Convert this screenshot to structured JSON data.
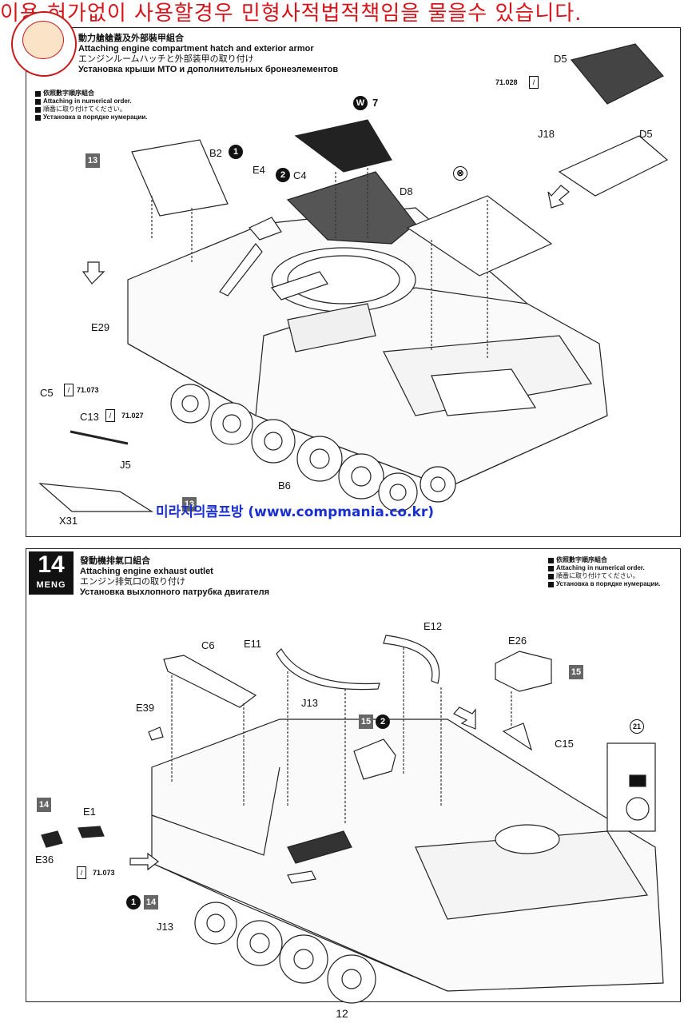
{
  "watermark": "이용 허가없이 사용할경우 민형사적법적책임을 물을수 있습니다.",
  "step13": {
    "title_cn": "動力艙艙蓋及外部裝甲組合",
    "title_en": "Attaching engine compartment hatch and exterior armor",
    "title_jp": "エンジンルームハッチと外部装甲の取り付け",
    "title_ru": "Установка крыши МТО и дополнительных бронеэлементов",
    "inst_cn": "依照數字順序組合",
    "inst_en": "Attaching in numerical order.",
    "inst_jp": "順番に取り付けてください。",
    "inst_ru": "Установка в порядке нумерации.",
    "labels": {
      "d5a": "D5",
      "glue1": "71.028",
      "w7_num": "7",
      "w": "W",
      "j18": "J18",
      "d5b": "D5",
      "b2": "B2",
      "one": "1",
      "e4": "E4",
      "two": "2",
      "c4": "C4",
      "d8": "D8",
      "s13": "13",
      "e29": "E29",
      "c5": "C5",
      "glue2": "71.073",
      "c13": "C13",
      "glue3": "71.027",
      "j5": "J5",
      "x31": "X31",
      "b6": "B6",
      "s13b": "13"
    }
  },
  "website": "미라지의콤프방 (www.compmania.co.kr)",
  "step14": {
    "number": "14",
    "brand": "MENG",
    "title_cn": "發動機排氣口組合",
    "title_en": "Attaching engine exhaust outlet",
    "title_jp": "エンジン排気口の取り付け",
    "title_ru": "Установка выхлопного патрубка двигателя",
    "inst_cn": "依照數字順序組合",
    "inst_en": "Attaching in numerical order.",
    "inst_jp": "順番に取り付けてください。",
    "inst_ru": "Установка в порядке нумерации.",
    "labels": {
      "c6": "C6",
      "e11": "E11",
      "e12": "E12",
      "e26": "E26",
      "s15": "15",
      "e39": "E39",
      "j13": "J13",
      "s15b": "15",
      "two": "2",
      "c15": "C15",
      "n21": "21",
      "s14": "14",
      "e1": "E1",
      "e36": "E36",
      "glue": "71.073",
      "one": "1",
      "s14b": "14",
      "j13b": "J13"
    }
  },
  "page_number": "12"
}
